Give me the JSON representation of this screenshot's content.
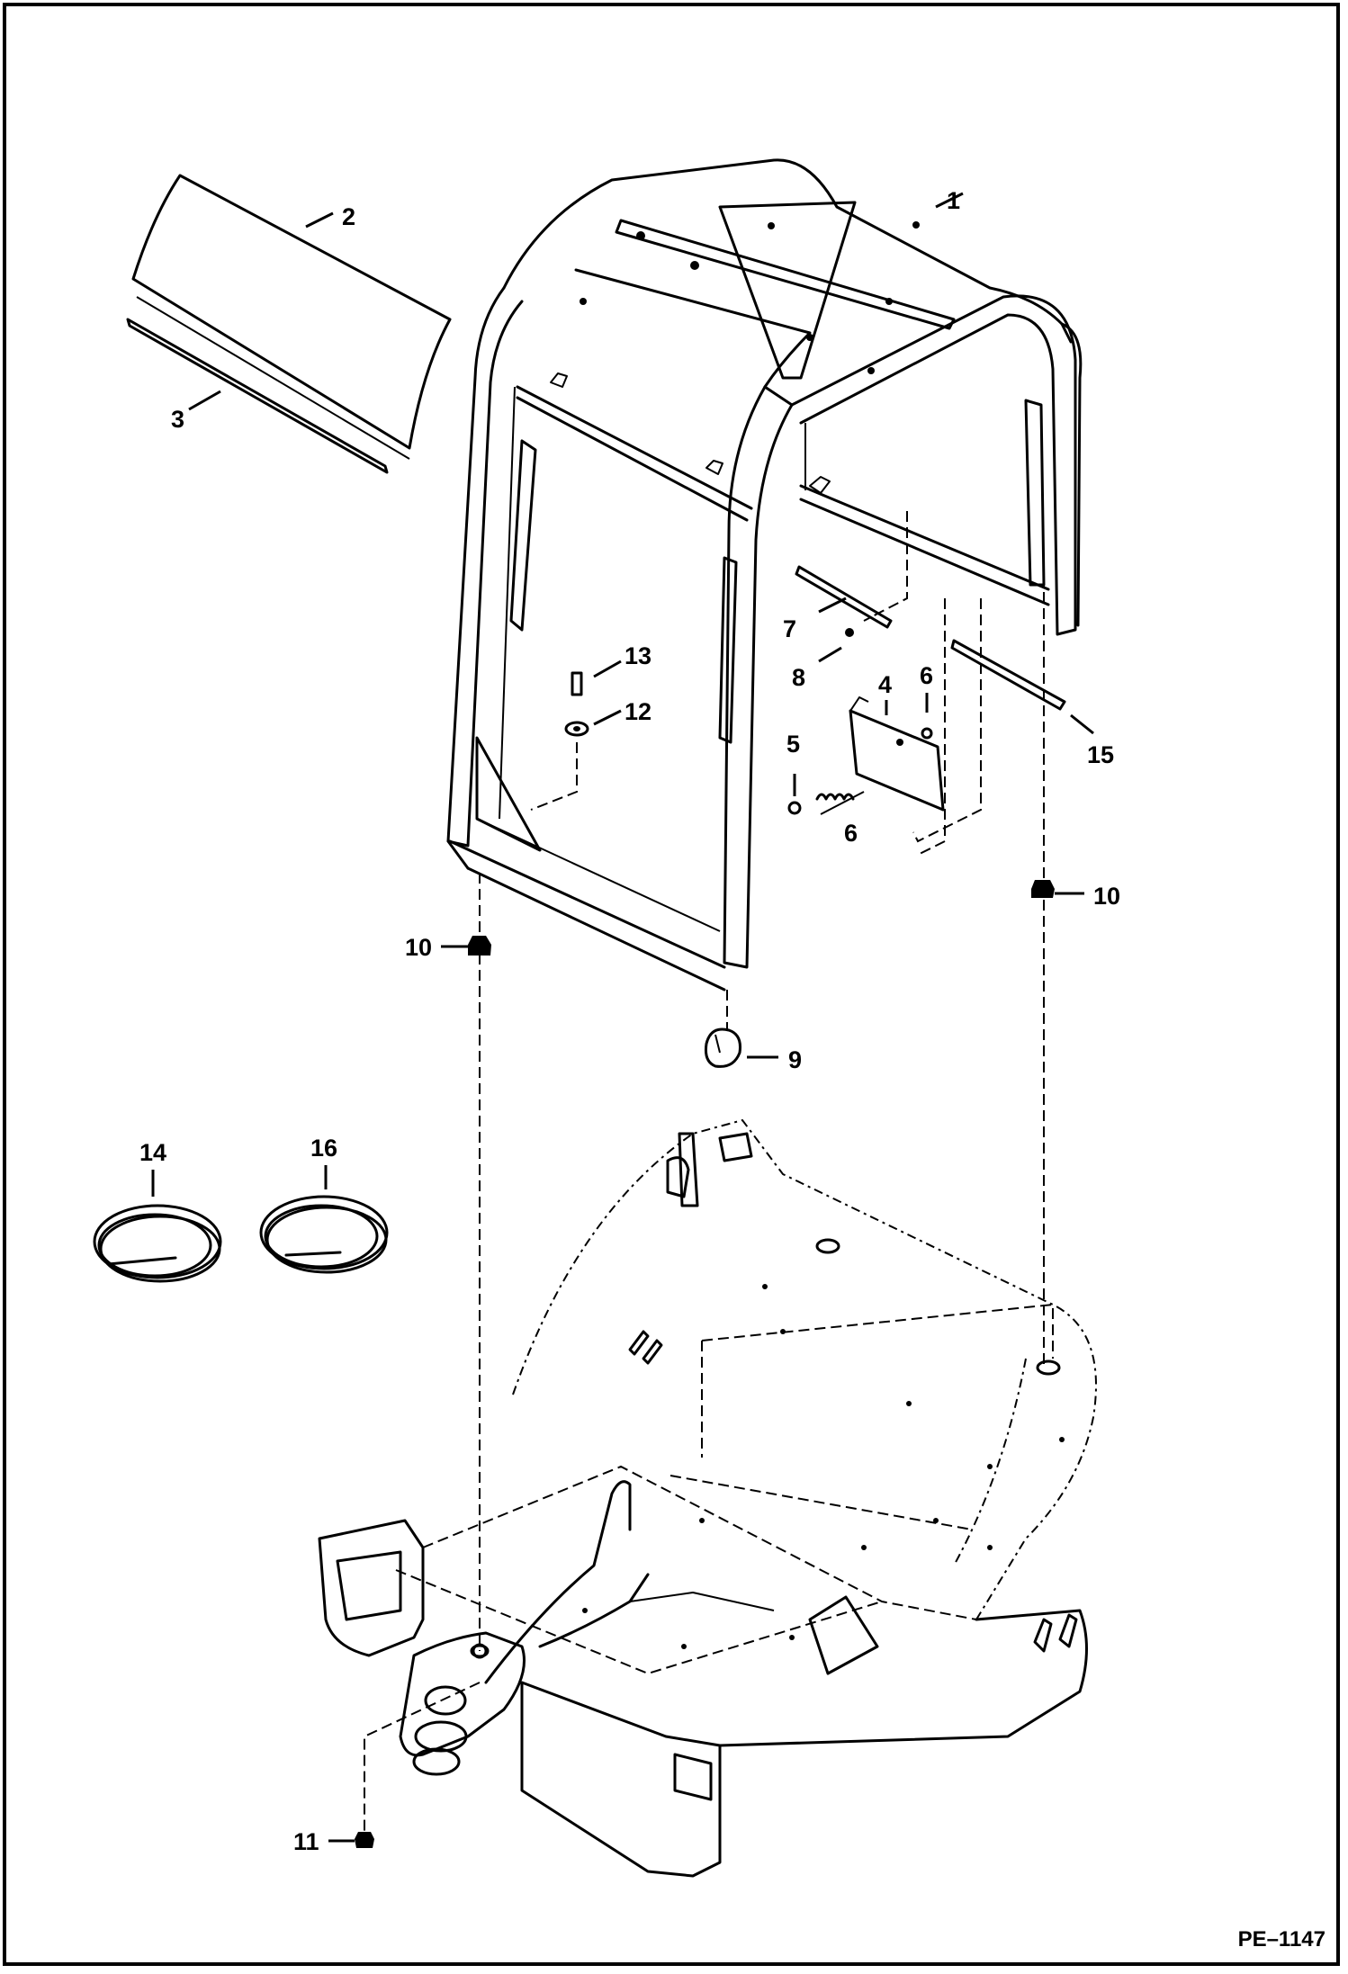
{
  "reference": "PE–1147",
  "callouts": [
    {
      "id": "1",
      "text": "1"
    },
    {
      "id": "2",
      "text": "2"
    },
    {
      "id": "3",
      "text": "3"
    },
    {
      "id": "4",
      "text": "4"
    },
    {
      "id": "5",
      "text": "5"
    },
    {
      "id": "6a",
      "text": "6"
    },
    {
      "id": "6b",
      "text": "6"
    },
    {
      "id": "7",
      "text": "7"
    },
    {
      "id": "8",
      "text": "8"
    },
    {
      "id": "9",
      "text": "9"
    },
    {
      "id": "10a",
      "text": "10"
    },
    {
      "id": "10b",
      "text": "10"
    },
    {
      "id": "11",
      "text": "11"
    },
    {
      "id": "12",
      "text": "12"
    },
    {
      "id": "13",
      "text": "13"
    },
    {
      "id": "14",
      "text": "14"
    },
    {
      "id": "15",
      "text": "15"
    },
    {
      "id": "16",
      "text": "16"
    }
  ]
}
